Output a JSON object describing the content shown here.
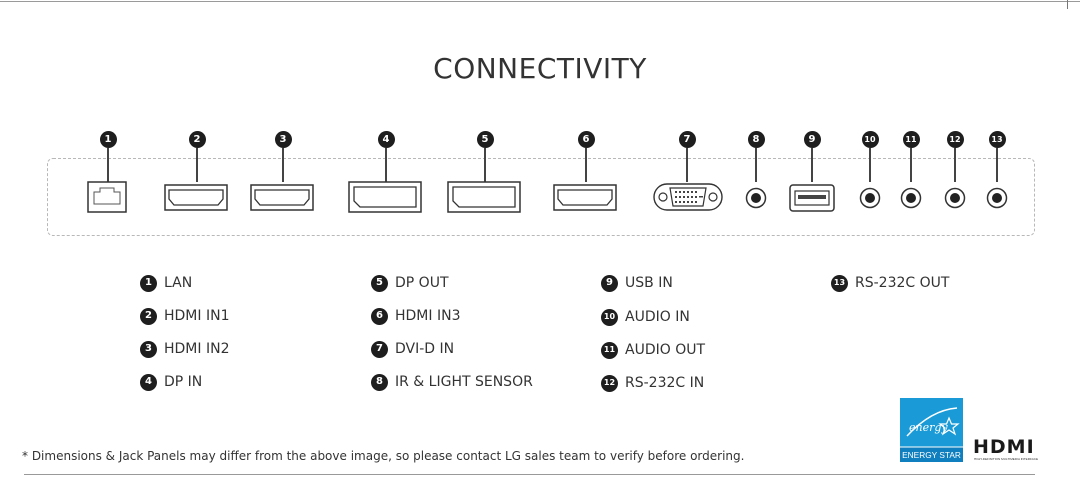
{
  "title": "CONNECTIVITY",
  "ports": [
    {
      "n": "1",
      "name": "LAN",
      "icon": "lan-port-icon"
    },
    {
      "n": "2",
      "name": "HDMI IN1",
      "icon": "hdmi-port-icon"
    },
    {
      "n": "3",
      "name": "HDMI IN2",
      "icon": "hdmi-port-icon"
    },
    {
      "n": "4",
      "name": "DP IN",
      "icon": "displayport-icon"
    },
    {
      "n": "5",
      "name": "DP OUT",
      "icon": "displayport-icon"
    },
    {
      "n": "6",
      "name": "HDMI IN3",
      "icon": "hdmi-port-icon"
    },
    {
      "n": "7",
      "name": "DVI-D IN",
      "icon": "dvi-port-icon"
    },
    {
      "n": "8",
      "name": "IR & LIGHT SENSOR",
      "icon": "round-jack-icon"
    },
    {
      "n": "9",
      "name": "USB IN",
      "icon": "usb-port-icon"
    },
    {
      "n": "10",
      "name": "AUDIO IN",
      "icon": "round-jack-icon"
    },
    {
      "n": "11",
      "name": "AUDIO OUT",
      "icon": "round-jack-icon"
    },
    {
      "n": "12",
      "name": "RS-232C IN",
      "icon": "round-jack-icon"
    },
    {
      "n": "13",
      "name": "RS-232C OUT",
      "icon": "round-jack-icon"
    }
  ],
  "footnote": "* Dimensions & Jack Panels may differ from the above image, so please contact LG sales team to verify before ordering.",
  "logos": {
    "energy_star_script": "energy",
    "energy_star_text": "ENERGY STAR",
    "hdmi_text": "HDMI",
    "hdmi_tagline": "HIGH-DEFINITION MULTIMEDIA INTERFACE"
  }
}
